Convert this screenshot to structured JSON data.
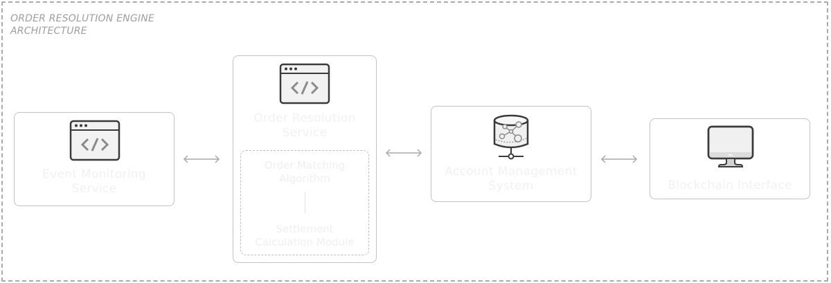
{
  "diagram": {
    "title": "ORDER RESOLUTION ENGINE ARCHITECTURE",
    "nodes": [
      {
        "id": "event-monitoring",
        "label": "Event Monitoring Service",
        "icon": "code-window-icon"
      },
      {
        "id": "order-resolution",
        "label": "Order Resolution Service",
        "icon": "code-window-icon",
        "components": [
          {
            "id": "order-matching",
            "label": "Order Matching Algorithm"
          },
          {
            "id": "settlement",
            "label": "Settlement Calculation Module"
          }
        ]
      },
      {
        "id": "account-management",
        "label": "Account Management System",
        "icon": "database-network-icon"
      },
      {
        "id": "blockchain-interface",
        "label": "Blockchain Interface",
        "icon": "monitor-icon"
      }
    ],
    "edges": [
      {
        "from": "event-monitoring",
        "to": "order-resolution",
        "type": "bidirectional"
      },
      {
        "from": "order-resolution",
        "to": "account-management",
        "type": "bidirectional"
      },
      {
        "from": "account-management",
        "to": "blockchain-interface",
        "type": "bidirectional"
      },
      {
        "from": "order-matching",
        "to": "settlement",
        "type": "line"
      }
    ]
  }
}
